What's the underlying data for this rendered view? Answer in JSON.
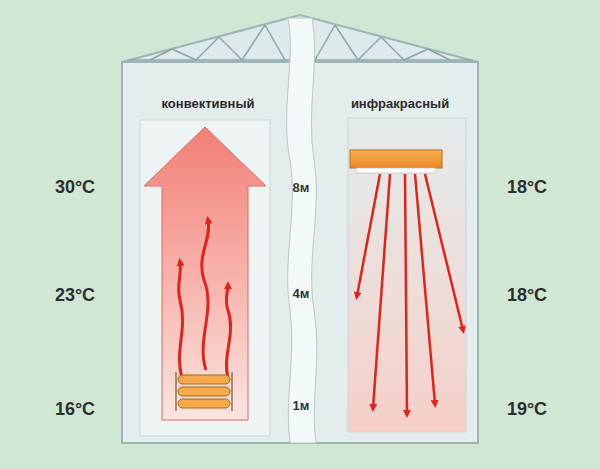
{
  "diagram": {
    "nodes": [
      {
        "text": [
          "конвективный"
        ]
      },
      {
        "text": [
          "инфракрасный"
        ]
      }
    ],
    "labels": [
      "30°C",
      "23°C",
      "16°C",
      "8м",
      "4м",
      "1м",
      "18°C",
      "18°C",
      "19°C"
    ]
  }
}
